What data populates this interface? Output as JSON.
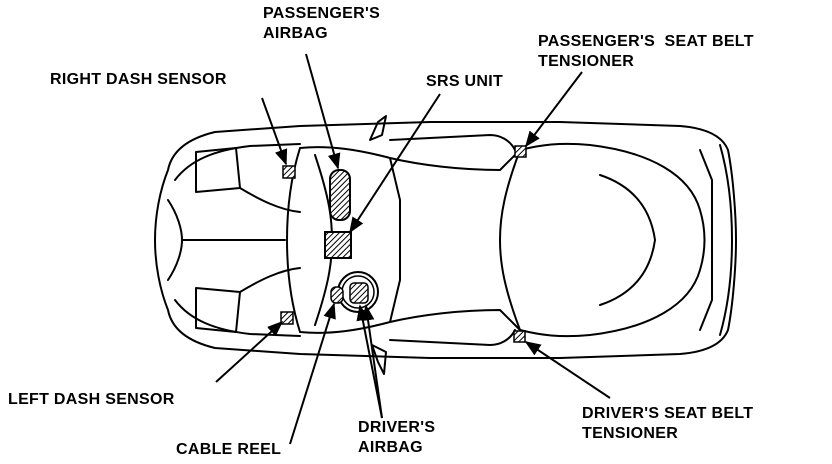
{
  "labels": {
    "passenger_airbag": [
      "PASSENGER'S",
      "AIRBAG"
    ],
    "right_dash_sensor": "RIGHT DASH SENSOR",
    "srs_unit": "SRS UNIT",
    "passenger_seat_belt_tensioner": [
      "PASSENGER'S  SEAT BELT",
      "TENSIONER"
    ],
    "left_dash_sensor": "LEFT DASH SENSOR",
    "cable_reel": "CABLE REEL",
    "driver_airbag": [
      "DRIVER'S",
      "AIRBAG"
    ],
    "driver_seat_belt_tensioner": [
      "DRIVER'S SEAT BELT",
      "TENSIONER"
    ]
  },
  "colors": {
    "ink": "#000000",
    "paper": "#ffffff"
  }
}
